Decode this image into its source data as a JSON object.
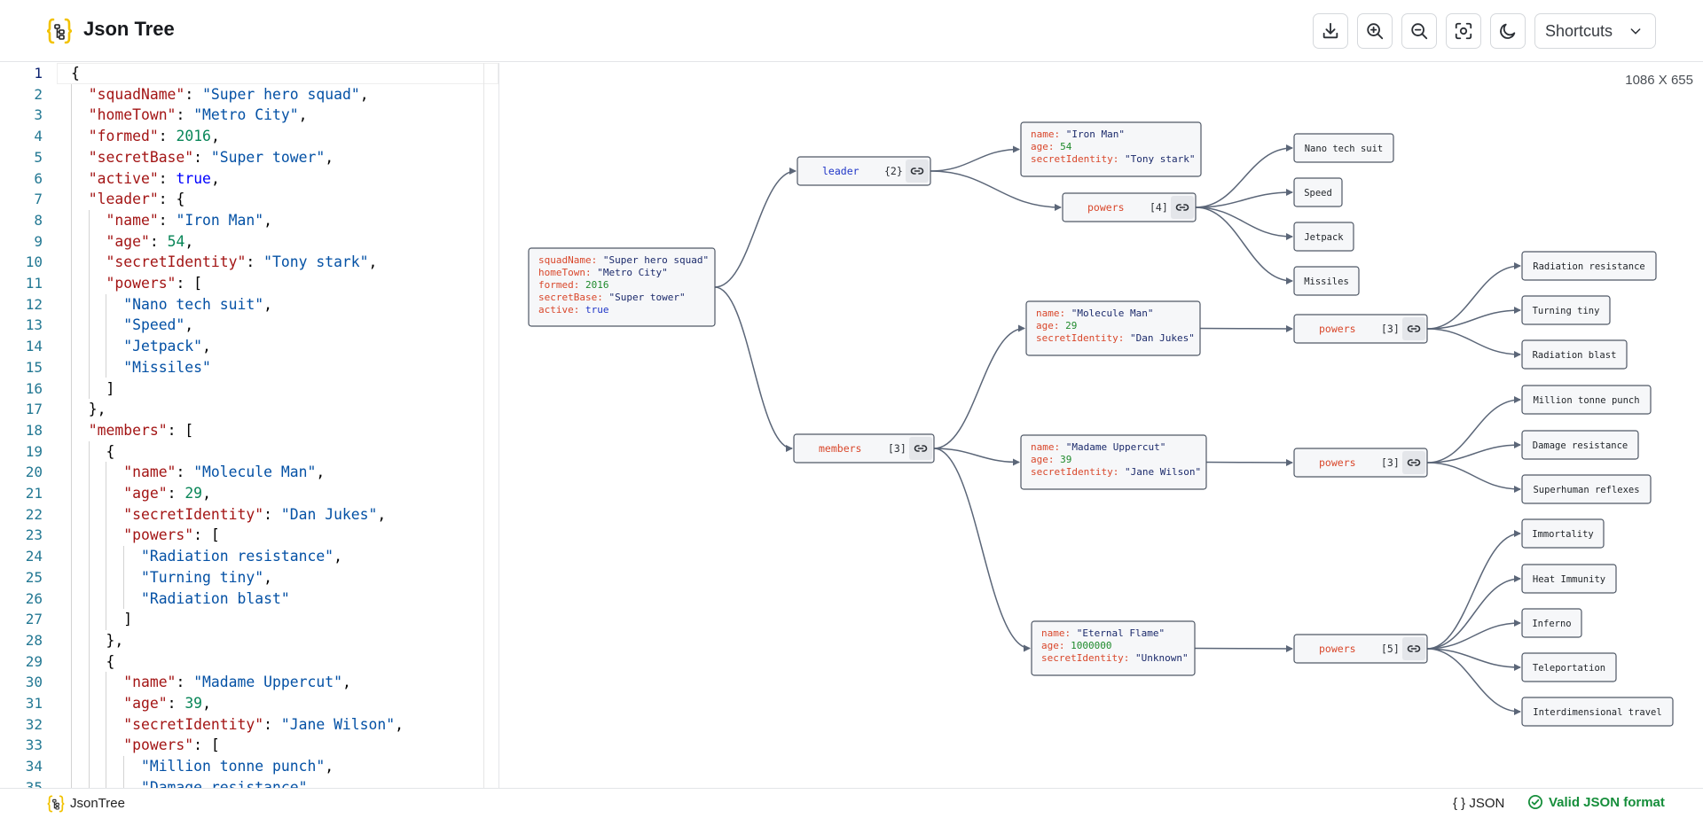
{
  "header": {
    "title": "Json Tree",
    "shortcuts_label": "Shortcuts",
    "tools": [
      "download-icon",
      "zoom-in-icon",
      "zoom-out-icon",
      "fit-view-icon",
      "dark-mode-icon"
    ]
  },
  "editor": {
    "lines": [
      "{",
      "  \"squadName\": \"Super hero squad\",",
      "  \"homeTown\": \"Metro City\",",
      "  \"formed\": 2016,",
      "  \"secretBase\": \"Super tower\",",
      "  \"active\": true,",
      "  \"leader\": {",
      "    \"name\": \"Iron Man\",",
      "    \"age\": 54,",
      "    \"secretIdentity\": \"Tony stark\",",
      "    \"powers\": [",
      "      \"Nano tech suit\",",
      "      \"Speed\",",
      "      \"Jetpack\",",
      "      \"Missiles\"",
      "    ]",
      "  },",
      "  \"members\": [",
      "    {",
      "      \"name\": \"Molecule Man\",",
      "      \"age\": 29,",
      "      \"secretIdentity\": \"Dan Jukes\",",
      "      \"powers\": [",
      "        \"Radiation resistance\",",
      "        \"Turning tiny\",",
      "        \"Radiation blast\"",
      "      ]",
      "    },",
      "    {",
      "      \"name\": \"Madame Uppercut\",",
      "      \"age\": 39,",
      "      \"secretIdentity\": \"Jane Wilson\",",
      "      \"powers\": [",
      "        \"Million tonne punch\",",
      "        \"Damage resistance\","
    ]
  },
  "canvas": {
    "dimensions": "1086 X 655",
    "nodes": [
      {
        "id": "root",
        "kind": "obj",
        "rows": [
          [
            "squadName",
            "\"Super hero squad\"",
            "s"
          ],
          [
            "homeTown",
            "\"Metro City\"",
            "s"
          ],
          [
            "formed",
            "2016",
            "n"
          ],
          [
            "secretBase",
            "\"Super tower\"",
            "s"
          ],
          [
            "active",
            "true",
            "b"
          ]
        ]
      },
      {
        "id": "leader",
        "kind": "key",
        "label": "leader",
        "count": "{2}",
        "blue": true
      },
      {
        "id": "members",
        "kind": "key",
        "label": "members",
        "count": "[3]"
      },
      {
        "id": "leaderObj",
        "kind": "obj",
        "rows": [
          [
            "name",
            "\"Iron Man\"",
            "s"
          ],
          [
            "age",
            "54",
            "n"
          ],
          [
            "secretIdentity",
            "\"Tony stark\"",
            "s"
          ]
        ]
      },
      {
        "id": "leaderPowers",
        "kind": "key",
        "label": "powers",
        "count": "[4]"
      },
      {
        "id": "p1",
        "kind": "leaf",
        "text": "Nano tech suit"
      },
      {
        "id": "p2",
        "kind": "leaf",
        "text": "Speed"
      },
      {
        "id": "p3",
        "kind": "leaf",
        "text": "Jetpack"
      },
      {
        "id": "p4",
        "kind": "leaf",
        "text": "Missiles"
      },
      {
        "id": "m1",
        "kind": "obj",
        "rows": [
          [
            "name",
            "\"Molecule Man\"",
            "s"
          ],
          [
            "age",
            "29",
            "n"
          ],
          [
            "secretIdentity",
            "\"Dan Jukes\"",
            "s"
          ]
        ]
      },
      {
        "id": "m1p",
        "kind": "key",
        "label": "powers",
        "count": "[3]"
      },
      {
        "id": "m1a",
        "kind": "leaf",
        "text": "Radiation resistance"
      },
      {
        "id": "m1b",
        "kind": "leaf",
        "text": "Turning tiny"
      },
      {
        "id": "m1c",
        "kind": "leaf",
        "text": "Radiation blast"
      },
      {
        "id": "m2",
        "kind": "obj",
        "rows": [
          [
            "name",
            "\"Madame Uppercut\"",
            "s"
          ],
          [
            "age",
            "39",
            "n"
          ],
          [
            "secretIdentity",
            "\"Jane Wilson\"",
            "s"
          ]
        ]
      },
      {
        "id": "m2p",
        "kind": "key",
        "label": "powers",
        "count": "[3]"
      },
      {
        "id": "m2a",
        "kind": "leaf",
        "text": "Million tonne punch"
      },
      {
        "id": "m2b",
        "kind": "leaf",
        "text": "Damage resistance"
      },
      {
        "id": "m2c",
        "kind": "leaf",
        "text": "Superhuman reflexes"
      },
      {
        "id": "m3",
        "kind": "obj",
        "rows": [
          [
            "name",
            "\"Eternal Flame\"",
            "s"
          ],
          [
            "age",
            "1000000",
            "n"
          ],
          [
            "secretIdentity",
            "\"Unknown\"",
            "s"
          ]
        ]
      },
      {
        "id": "m3p",
        "kind": "key",
        "label": "powers",
        "count": "[5]"
      },
      {
        "id": "m3a",
        "kind": "leaf",
        "text": "Immortality"
      },
      {
        "id": "m3b",
        "kind": "leaf",
        "text": "Heat Immunity"
      },
      {
        "id": "m3c",
        "kind": "leaf",
        "text": "Inferno"
      },
      {
        "id": "m3d",
        "kind": "leaf",
        "text": "Teleportation"
      },
      {
        "id": "m3e",
        "kind": "leaf",
        "text": "Interdimensional travel"
      }
    ],
    "edges": [
      [
        "root",
        "leader"
      ],
      [
        "root",
        "members"
      ],
      [
        "leader",
        "leaderObj"
      ],
      [
        "leader",
        "leaderPowers"
      ],
      [
        "leaderPowers",
        "p1"
      ],
      [
        "leaderPowers",
        "p2"
      ],
      [
        "leaderPowers",
        "p3"
      ],
      [
        "leaderPowers",
        "p4"
      ],
      [
        "members",
        "m1"
      ],
      [
        "members",
        "m2"
      ],
      [
        "members",
        "m3"
      ],
      [
        "m1",
        "m1p"
      ],
      [
        "m1p",
        "m1a"
      ],
      [
        "m1p",
        "m1b"
      ],
      [
        "m1p",
        "m1c"
      ],
      [
        "m2",
        "m2p"
      ],
      [
        "m2p",
        "m2a"
      ],
      [
        "m2p",
        "m2b"
      ],
      [
        "m2p",
        "m2c"
      ],
      [
        "m3",
        "m3p"
      ],
      [
        "m3p",
        "m3a"
      ],
      [
        "m3p",
        "m3b"
      ],
      [
        "m3p",
        "m3c"
      ],
      [
        "m3p",
        "m3d"
      ],
      [
        "m3p",
        "m3e"
      ]
    ],
    "colors": {
      "key": "#d9472b",
      "string": "#1b2a6b",
      "number": "#1f8a2c",
      "boolean": "#1f35c7",
      "leader_label": "#1f35c7",
      "edge": "#5b6678",
      "node_border": "#4f5866",
      "node_fill": "#f6f7f9"
    }
  },
  "footer": {
    "app_name": "JsonTree",
    "format_label": "{ } JSON",
    "valid_label": "Valid JSON format"
  }
}
